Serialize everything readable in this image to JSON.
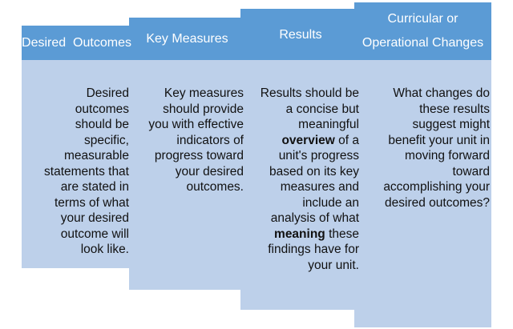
{
  "colors": {
    "header": "#5b9bd5",
    "body": "#bdd0ea",
    "header_text": "#ffffff",
    "body_text": "#111111"
  },
  "columns": [
    {
      "header": "Desired  Outcomes",
      "body": "Desired outcomes should be specific, measurable statements that are stated in terms of what your desired outcome will look like."
    },
    {
      "header": "Key Measures",
      "body": "Key measures should provide you with effective indicators of progress toward your desired outcomes."
    },
    {
      "header": "Results",
      "body_parts": [
        "Results should be a concise but meaningful ",
        "overview",
        " of a unit's progress based on its key measures and include an analysis of what ",
        "meaning",
        " these findings have for your unit."
      ]
    },
    {
      "header_lines": [
        "Curricular or",
        "Operational Changes"
      ],
      "body": "What changes do these results suggest might benefit your unit in moving forward toward accomplishing your desired outcomes?"
    }
  ]
}
